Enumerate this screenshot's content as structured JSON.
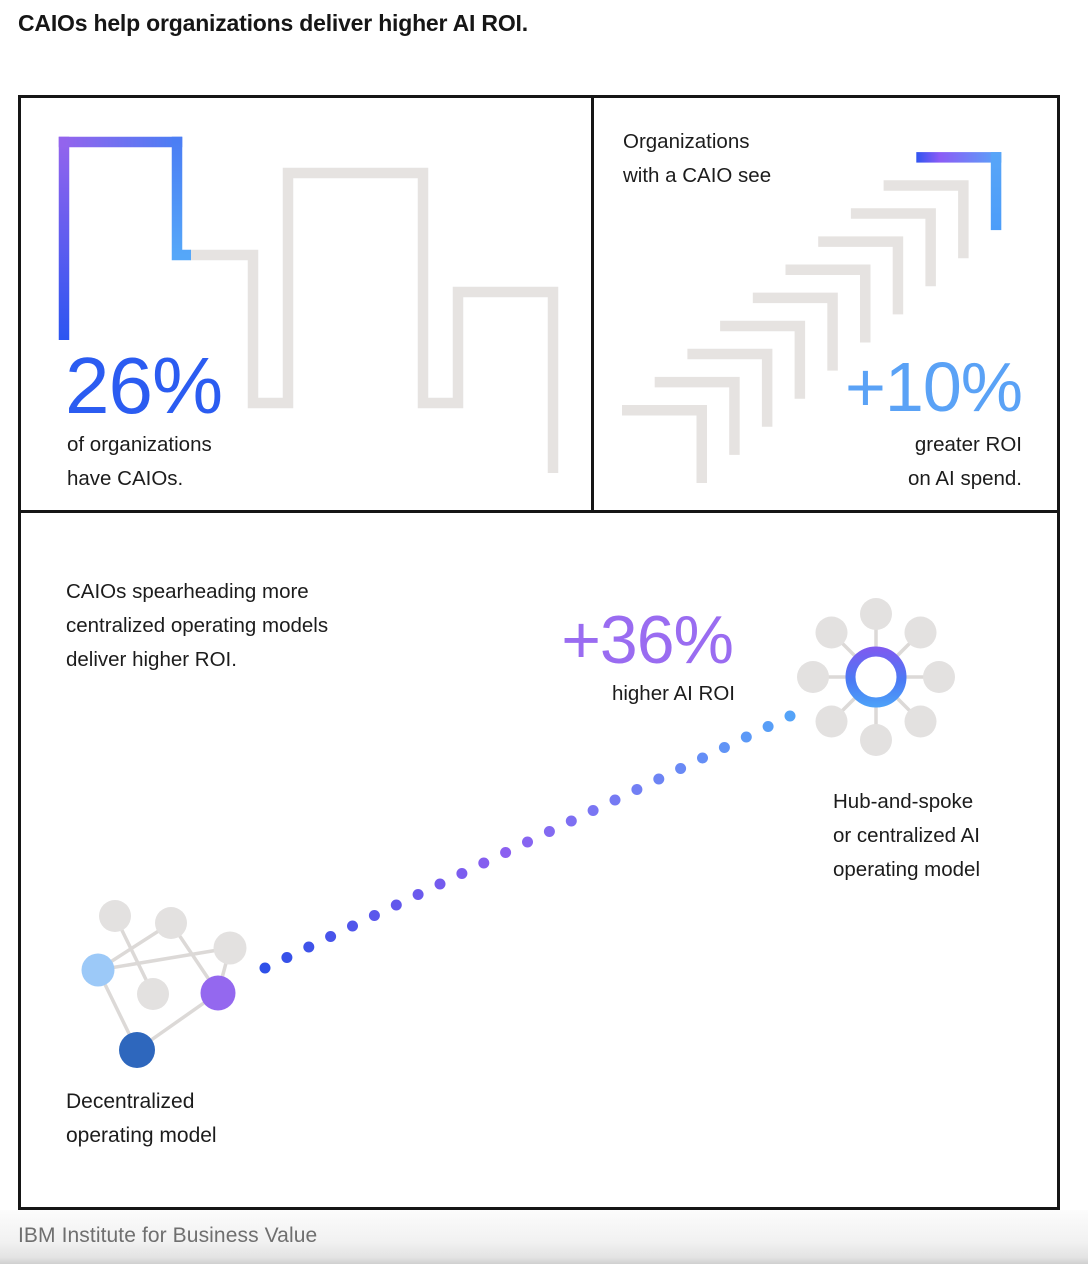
{
  "title": "CAIOs help organizations deliver higher AI ROI.",
  "footer": "IBM Institute for Business Value",
  "panels": {
    "caio_adoption": {
      "stat": "26%",
      "stat_color": "#2b5cf1",
      "caption_lines": [
        "of organizations",
        "have CAIOs."
      ],
      "skyline_gradient": [
        "#2b55f1",
        "#9364ed",
        "#4b7ef4",
        "#55a7f9"
      ],
      "skyline_gray": "#e6e3e1"
    },
    "roi": {
      "intro_lines": [
        "Organizations",
        "with a CAIO see"
      ],
      "stat": "+10%",
      "stat_color": "#5aa2f6",
      "caption_lines": [
        "greater ROI",
        "on AI spend."
      ],
      "steps_total": 10,
      "steps_highlighted": 1,
      "step_gray": "#e6e3e1",
      "step_gradient": [
        "#2f55f0",
        "#8b5cf6",
        "#58a5f8",
        "#4c9df9"
      ]
    },
    "operating_models": {
      "intro_lines": [
        "CAIOs spearheading more",
        "centralized operating models",
        "deliver higher ROI."
      ],
      "stat": "+36%",
      "stat_color": "#9a6cf1",
      "stat_caption": "higher AI ROI",
      "decentralized_label_lines": [
        "Decentralized",
        "operating model"
      ],
      "hub_label_lines": [
        "Hub-and-spoke",
        "or centralized AI",
        "operating model"
      ],
      "dots": {
        "count": 25,
        "gradient_stops": [
          "#2e50e8",
          "#8c5ff0",
          "#54a3f8"
        ],
        "mid_position": 0.45
      },
      "hub": {
        "satellites": 8,
        "satellite_color": "#e3e1e0",
        "spoke_color": "#dcd9d7",
        "ring_gradient": [
          "#8059f0",
          "#4b79f4",
          "#4da2f8"
        ]
      },
      "cluster_colors": {
        "gray": "#e3e1e0",
        "light_blue": "#9cc9f8",
        "purple": "#9468ef",
        "dark_blue": "#2e67bd",
        "edge": "#dcd9d7"
      }
    }
  }
}
